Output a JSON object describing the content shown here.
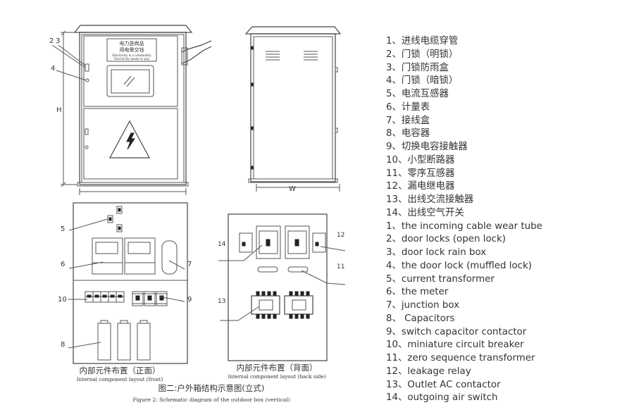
{
  "front_view": {
    "sign_cn_1": "电力是商品",
    "sign_cn_2": "用电需交钱",
    "sign_en_1": "Electricity is a commodity",
    "sign_en_2": "Electricity needs to pay",
    "dim_h": "H",
    "callouts": [
      "2",
      "3",
      "4"
    ]
  },
  "side_view": {
    "dim_w": "W"
  },
  "internal_front": {
    "callouts": [
      "5",
      "6",
      "7",
      "10",
      "9",
      "8"
    ],
    "title_cn": "内部元件布置（正面）",
    "title_en": "Internal component layout (front)"
  },
  "internal_back": {
    "callouts": [
      "14",
      "12",
      "11",
      "13"
    ],
    "title_cn": "内部元件布置（背面）",
    "title_en": "Internal component layout (back side)"
  },
  "figure": {
    "caption_cn": "图二:户外箱结构示意图(立式)",
    "caption_en": "Figure 2: Schematic diagram of the outdoor box (vertical)"
  },
  "legend": [
    "1、进线电缆穿管",
    "2、门锁（明锁）",
    "3、门锁防雨盒",
    "4、门锁（暗锁）",
    "5、电流互感器",
    "6、计量表",
    "7、接线盒",
    "8、电容器",
    "9、切换电容接触器",
    "10、小型断路器",
    "11、零序互感器",
    "12、漏电继电器",
    "13、出线交流接触器",
    "14、出线空气开关",
    "1、the incoming cable wear tube",
    "2、door locks (open lock)",
    "3、door lock rain box",
    "4、the door lock (muffled lock)",
    "5、current transformer",
    "6、the meter",
    "7、junction box",
    "8、 Capacitors",
    "9、switch capacitor contactor",
    "10、miniature circuit breaker",
    "11、zero sequence transformer",
    "12、leakage relay",
    "13、Outlet AC contactor",
    "14、outgoing air switch"
  ]
}
